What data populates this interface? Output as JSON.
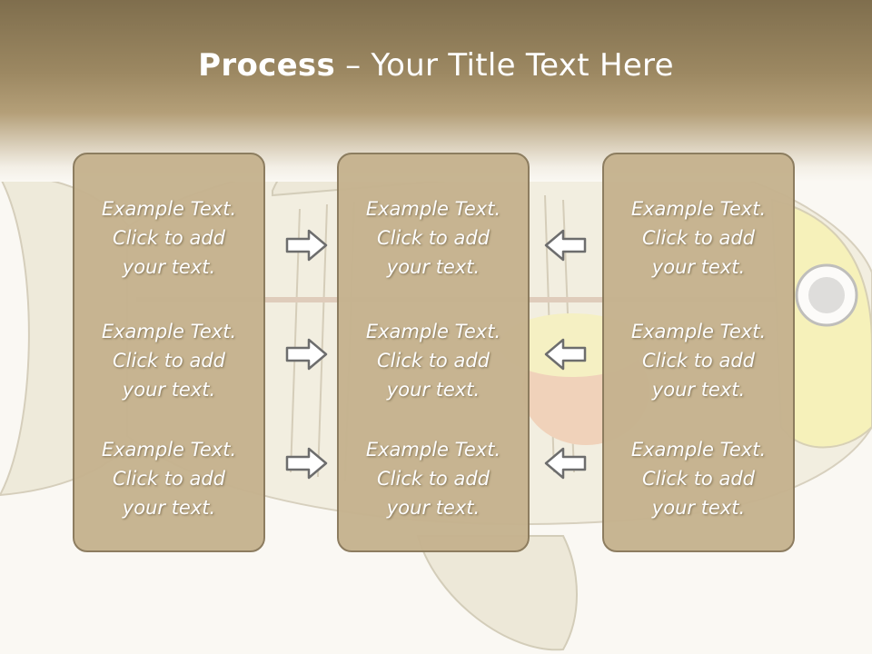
{
  "slide": {
    "title_bold": "Process",
    "title_rest": " – Your Title Text Here"
  },
  "columns": [
    {
      "items": [
        {
          "line1": "Example Text.",
          "line2": "Click  to add",
          "line3": "your text."
        },
        {
          "line1": "Example Text.",
          "line2": "Click  to add",
          "line3": "your text."
        },
        {
          "line1": "Example Text.",
          "line2": "Click  to add",
          "line3": "your text."
        }
      ]
    },
    {
      "items": [
        {
          "line1": "Example Text.",
          "line2": "Click  to add",
          "line3": "your text."
        },
        {
          "line1": "Example Text.",
          "line2": "Click  to add",
          "line3": "your text."
        },
        {
          "line1": "Example Text.",
          "line2": "Click  to add",
          "line3": "your text."
        }
      ]
    },
    {
      "items": [
        {
          "line1": "Example Text.",
          "line2": "Click  to add",
          "line3": "your text."
        },
        {
          "line1": "Example Text.",
          "line2": "Click  to add",
          "line3": "your text."
        },
        {
          "line1": "Example Text.",
          "line2": "Click  to add",
          "line3": "your text."
        }
      ]
    }
  ],
  "arrows": {
    "left_group": "right-arrow-icon",
    "right_group": "left-arrow-icon"
  },
  "colors": {
    "box_fill": "#c6b38f",
    "box_border": "#8a7a5c",
    "header": "#8c7a56"
  }
}
